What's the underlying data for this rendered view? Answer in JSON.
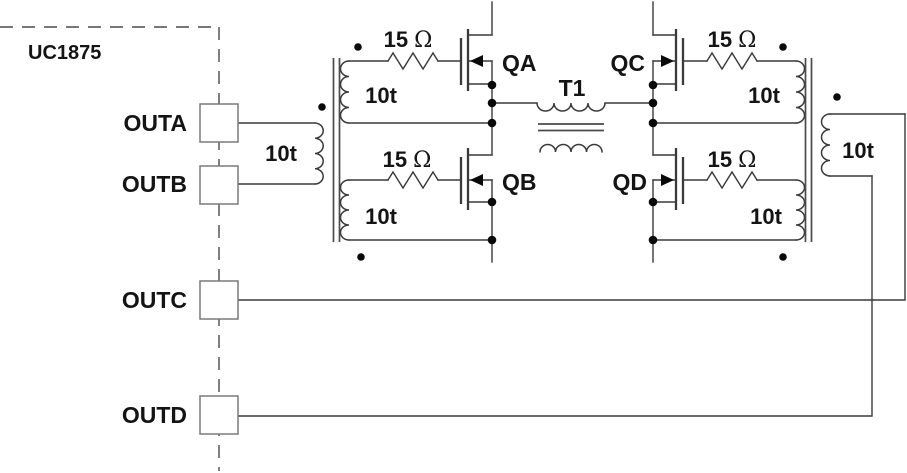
{
  "schematic": {
    "controller": {
      "label": "UC1875"
    },
    "pins": [
      {
        "label": "OUTA"
      },
      {
        "label": "OUTB"
      },
      {
        "label": "OUTC"
      },
      {
        "label": "OUTD"
      }
    ],
    "mosfets": [
      {
        "label": "QA"
      },
      {
        "label": "QB"
      },
      {
        "label": "QC"
      },
      {
        "label": "QD"
      }
    ],
    "main_transformer": {
      "label": "T1"
    },
    "winding_turns": "10t",
    "gate_resistor": {
      "value": "15",
      "unit": "Ω"
    },
    "colors": {
      "wire": "#3a3a3a",
      "text": "#141414",
      "dot": "#0a0a0a",
      "box_stroke": "#7a7a7a",
      "background": "#ffffff"
    }
  }
}
